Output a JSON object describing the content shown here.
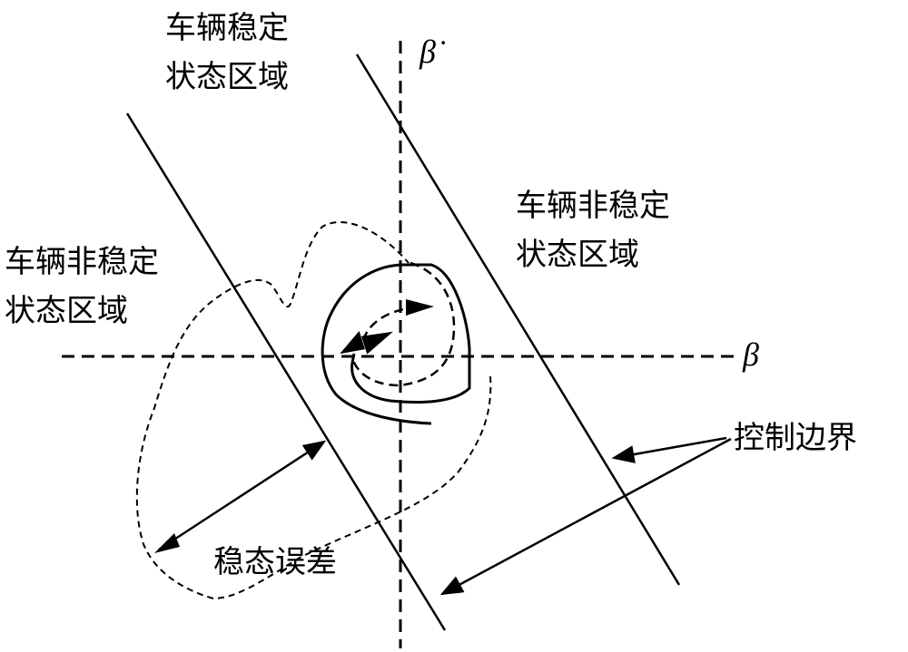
{
  "labels": {
    "stable_region": [
      "车辆稳定",
      "状态区域"
    ],
    "unstable_region_right": [
      "车辆非稳定",
      "状态区域"
    ],
    "unstable_region_left": [
      "车辆非稳定",
      "状态区域"
    ],
    "control_boundary": "控制边界",
    "steady_state_error": "稳态误差",
    "x_axis": "β",
    "y_axis": "β̇"
  }
}
